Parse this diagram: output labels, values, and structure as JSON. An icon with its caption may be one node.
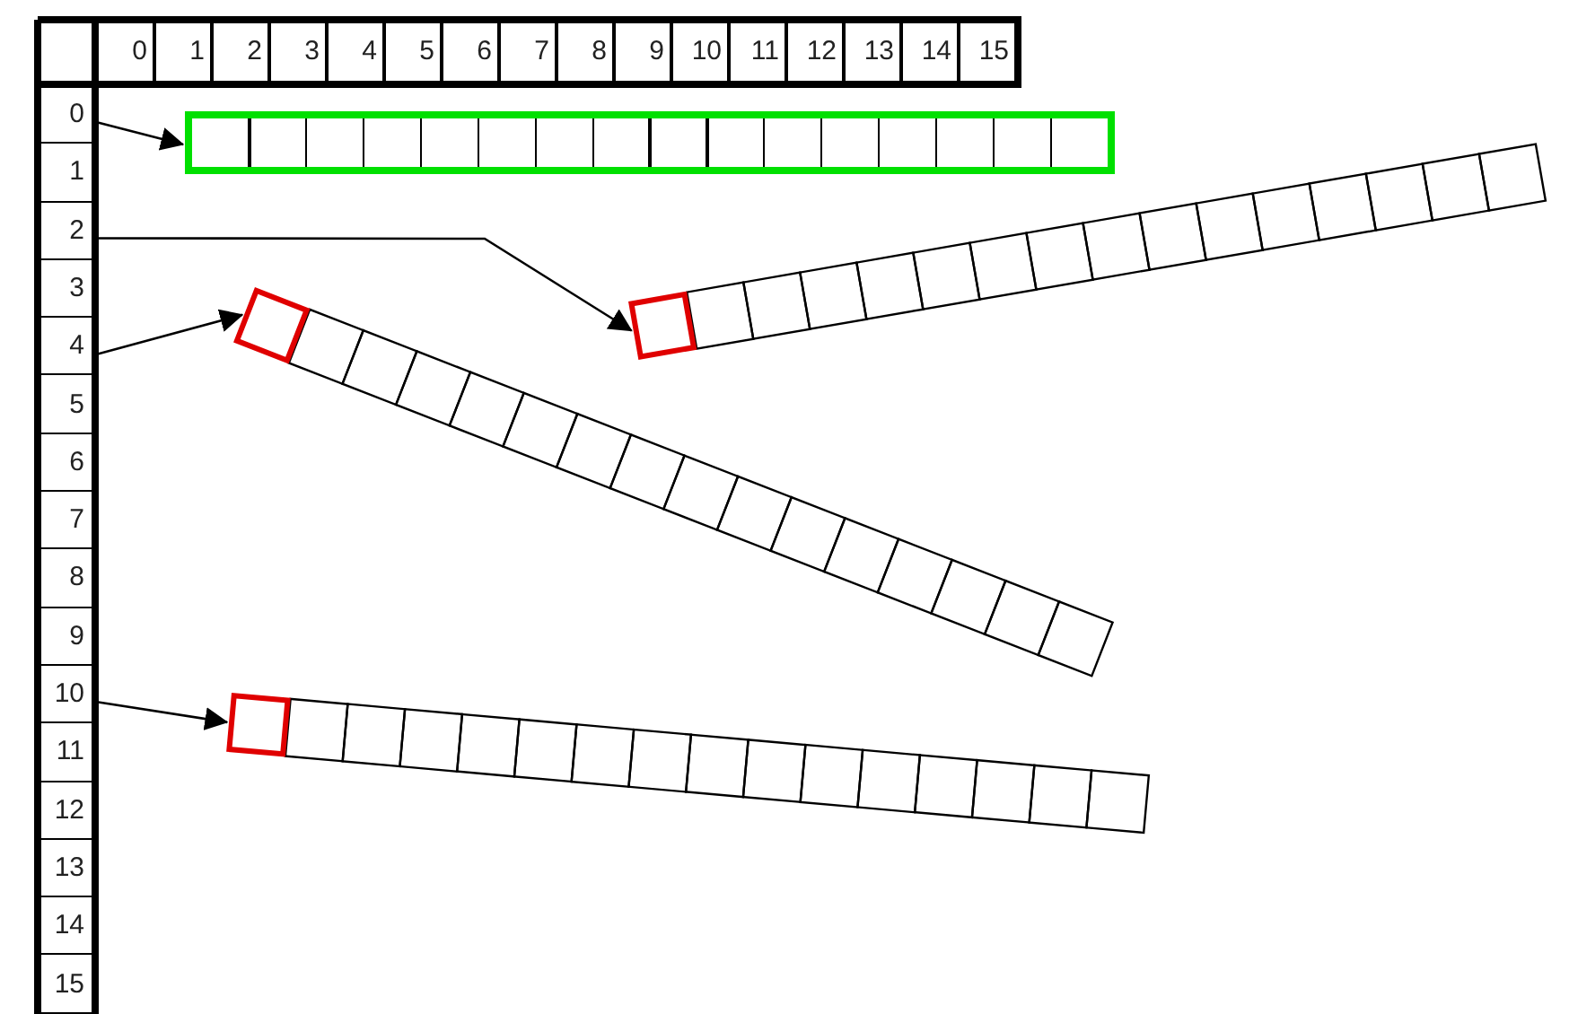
{
  "diagram": {
    "nodes": [
      {
        "text": [
          "0"
        ]
      },
      {
        "text": [
          "1"
        ]
      },
      {
        "text": [
          "2"
        ]
      },
      {
        "text": [
          "3"
        ]
      },
      {
        "text": [
          "4"
        ]
      },
      {
        "text": [
          "5"
        ]
      },
      {
        "text": [
          "6"
        ]
      },
      {
        "text": [
          "7"
        ]
      },
      {
        "text": [
          "8"
        ]
      },
      {
        "text": [
          "9"
        ]
      },
      {
        "text": [
          "10"
        ]
      },
      {
        "text": [
          "11"
        ]
      },
      {
        "text": [
          "12"
        ]
      },
      {
        "text": [
          "13"
        ]
      },
      {
        "text": [
          "14"
        ]
      },
      {
        "text": [
          "15"
        ]
      },
      {
        "text": [],
        "shape": "box"
      },
      {
        "text": [],
        "shape": "box"
      },
      {
        "text": [],
        "shape": "box"
      },
      {
        "text": [],
        "shape": "box"
      }
    ],
    "edges": [
      {
        "from": 0,
        "to": 16,
        "arrow": "to"
      },
      {
        "from": 2,
        "to": 17,
        "arrow": "to"
      },
      {
        "from": 4,
        "to": 18,
        "arrow": "to"
      },
      {
        "from": 10,
        "to": 19,
        "arrow": "to"
      }
    ],
    "labels": [
      "0",
      "1",
      "2",
      "3",
      "4",
      "5",
      "6",
      "7",
      "8",
      "9",
      "10",
      "11",
      "12",
      "13",
      "14",
      "15"
    ]
  }
}
